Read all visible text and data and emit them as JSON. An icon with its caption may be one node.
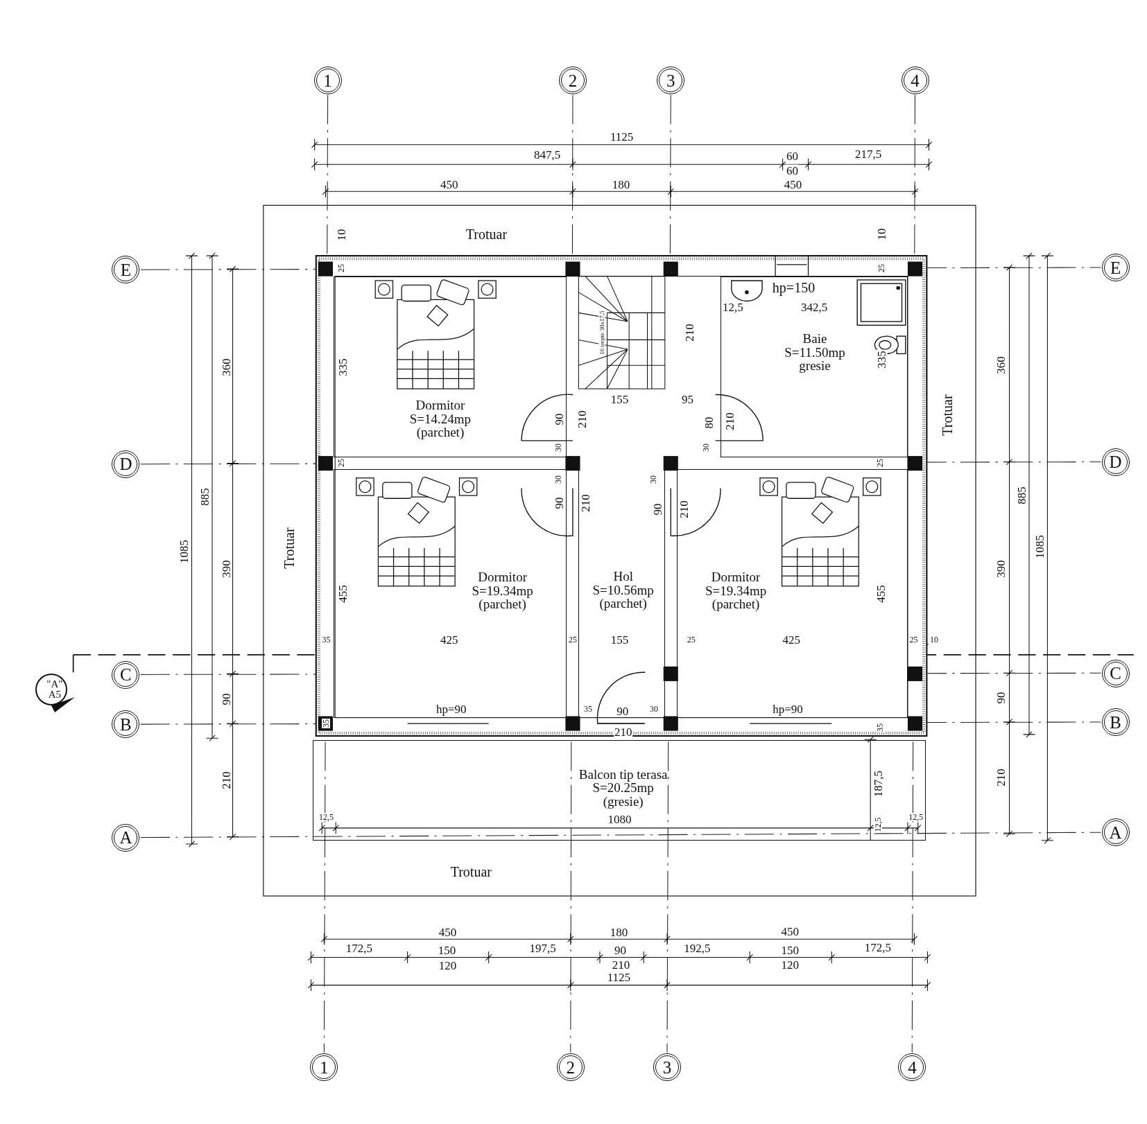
{
  "diagram": {
    "nodes": [
      {
        "text": [
          "1"
        ]
      },
      {
        "text": [
          "2"
        ]
      },
      {
        "text": [
          "3"
        ]
      },
      {
        "text": [
          "4"
        ]
      },
      {
        "text": [
          "E"
        ]
      },
      {
        "text": [
          "D"
        ]
      },
      {
        "text": [
          "C"
        ]
      },
      {
        "text": [
          "B"
        ]
      },
      {
        "text": [
          "A"
        ]
      },
      {
        "text": [
          "E"
        ]
      },
      {
        "text": [
          "D"
        ]
      },
      {
        "text": [
          "C"
        ]
      },
      {
        "text": [
          "B"
        ]
      },
      {
        "text": [
          "A"
        ]
      },
      {
        "text": [
          "\"A\"",
          "A5"
        ]
      },
      {
        "text": [
          "Dormitor",
          "S=14.24mp",
          "(parchet)"
        ]
      },
      {
        "text": [
          "Baie",
          "S=11.50mp",
          "gresie"
        ]
      },
      {
        "text": [
          "Dormitor",
          "S=19.34mp",
          "(parchet)"
        ]
      },
      {
        "text": [
          "Hol",
          "S=10.56mp",
          "(parchet)"
        ]
      },
      {
        "text": [
          "Dormitor",
          "S=19.34mp",
          "(parchet)"
        ]
      },
      {
        "text": [
          "Balcon tip terasa",
          "S=20.25mp",
          "(gresie)"
        ]
      },
      {
        "text": [
          "1"
        ]
      },
      {
        "text": [
          "2"
        ]
      },
      {
        "text": [
          "3"
        ]
      },
      {
        "text": [
          "4"
        ]
      }
    ],
    "labels": [
      "1125",
      "847,5",
      "60",
      "217,5",
      "60",
      "450",
      "180",
      "450",
      "10",
      "Trotuar",
      "10",
      "25",
      "25",
      "hp=150",
      "12,5",
      "342,5",
      "16 trepte 30x17,5",
      "210",
      "360",
      "335",
      "335",
      "360",
      "155",
      "95",
      "Trotuar",
      "90",
      "210",
      "80",
      "210",
      "30",
      "30",
      "25",
      "25",
      "30",
      "30",
      "885",
      "885",
      "90",
      "210",
      "90",
      "210",
      "1085",
      "Trotuar",
      "1085",
      "390",
      "390",
      "455",
      "455",
      "35",
      "425",
      "25",
      "155",
      "25",
      "425",
      "25",
      "10",
      "90",
      "90",
      "hp=90",
      "35",
      "90",
      "30",
      "hp=90",
      "35",
      "35",
      "210",
      "210",
      "210",
      "187,5",
      "12,5",
      "1080",
      "12,5",
      "12,5",
      "Trotuar",
      "450",
      "180",
      "450",
      "172,5",
      "150",
      "197,5",
      "90",
      "192,5",
      "150",
      "172,5",
      "120",
      "210",
      "120",
      "1125"
    ]
  }
}
